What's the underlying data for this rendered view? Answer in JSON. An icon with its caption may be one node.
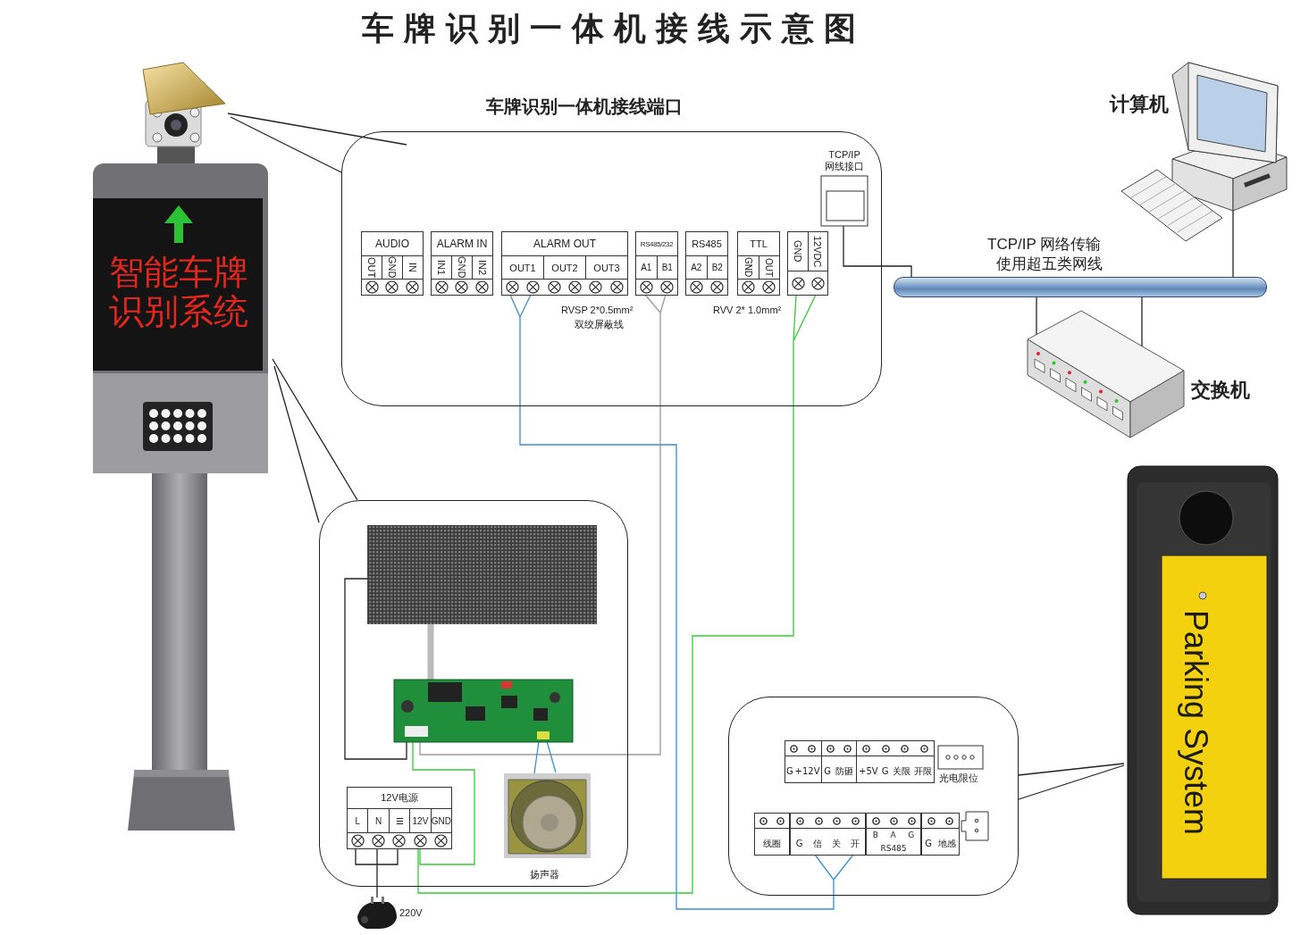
{
  "diagram": {
    "title": "车牌识别一体机接线示意图",
    "nodes": [
      {
        "text": [
          "智能车牌识别系统"
        ]
      },
      {
        "text": [
          "车牌识别一体机接线端口"
        ]
      },
      {
        "text": [
          "AUDIO",
          "OUT",
          "GND",
          "IN"
        ],
        "in": 1
      },
      {
        "text": [
          "ALARM IN",
          "IN1",
          "GND",
          "IN2"
        ],
        "in": 1
      },
      {
        "text": [
          "ALARM OUT",
          "OUT1",
          "OUT2",
          "OUT3"
        ],
        "in": 1
      },
      {
        "text": [
          "RS485/232",
          "A1",
          "B1"
        ],
        "in": 1
      },
      {
        "text": [
          "RS485",
          "A2",
          "B2"
        ],
        "in": 1
      },
      {
        "text": [
          "TTL",
          "GND",
          "OUT"
        ],
        "in": 1
      },
      {
        "text": [
          "GND",
          "12VDC"
        ],
        "in": 1
      },
      {
        "text": [
          "TCP/IP 网线接口"
        ],
        "in": 1
      },
      {
        "text": [
          "计算机"
        ]
      },
      {
        "text": [],
        "shape": "bar",
        "beside": [
          "TCP/IP 网络传输",
          "使用超五类网线"
        ]
      },
      {
        "text": [
          "交换机"
        ]
      },
      {
        "text": [],
        "shape": "box"
      },
      {
        "text": [],
        "shape": "picture",
        "in": 13
      },
      {
        "text": [],
        "shape": "picture",
        "in": 13
      },
      {
        "text": [
          "12V电源",
          "L",
          "N",
          "☰",
          "12V",
          "GND"
        ],
        "in": 13
      },
      {
        "text": [],
        "shape": "picture",
        "in": 13,
        "beside": [
          "扬声器"
        ]
      },
      {
        "text": [],
        "shape": "picture",
        "beside": [
          "220V"
        ]
      },
      {
        "text": [],
        "shape": "box"
      },
      {
        "text": [
          "G",
          "+12V",
          "G",
          "防砸",
          "+5V",
          "G",
          "关限",
          "开限"
        ],
        "in": 19
      },
      {
        "text": [
          "光电限位"
        ],
        "in": 19
      },
      {
        "text": [
          "线圈"
        ],
        "in": 19
      },
      {
        "text": [
          "G",
          "信",
          "关",
          "开"
        ],
        "in": 19
      },
      {
        "text": [
          "B",
          "A",
          "G",
          "RS485"
        ],
        "in": 19
      },
      {
        "text": [
          "G",
          "地感"
        ],
        "in": 19
      },
      {
        "text": [],
        "shape": "box",
        "in": 19
      },
      {
        "text": [
          "Parking System"
        ]
      }
    ],
    "edges": [
      {
        "from": 0,
        "to": 1,
        "arrow": "none"
      },
      {
        "from": 0,
        "to": 13,
        "arrow": "none"
      },
      {
        "from": 27,
        "to": 19,
        "arrow": "none"
      },
      {
        "from": 4,
        "to": 23,
        "arrow": "none",
        "color": "#3a8fd0"
      },
      {
        "from": 5,
        "to": 15,
        "arrow": "none",
        "color": "#999999"
      },
      {
        "from": 8,
        "to": 16,
        "arrow": "none",
        "color": "#33cc33"
      },
      {
        "from": 16,
        "to": 15,
        "arrow": "none",
        "color": "#33cc33"
      },
      {
        "from": 14,
        "to": 15,
        "arrow": "none"
      },
      {
        "from": 14,
        "to": 15,
        "arrow": "none",
        "style": "thick",
        "color": "#bbbbbb"
      },
      {
        "from": 15,
        "to": 17,
        "arrow": "none",
        "color": "#3a8fd0"
      },
      {
        "from": 18,
        "to": 16,
        "arrow": "none"
      },
      {
        "from": 9,
        "to": 11,
        "arrow": "none"
      },
      {
        "from": 10,
        "to": 11,
        "arrow": "none"
      },
      {
        "from": 12,
        "to": 11,
        "arrow": "none"
      },
      {
        "from": 12,
        "to": 11,
        "arrow": "none"
      }
    ],
    "labels": [
      "RVSP 2*0.5mm²",
      "双绞屏蔽线",
      "RVV 2* 1.0mm²"
    ]
  }
}
